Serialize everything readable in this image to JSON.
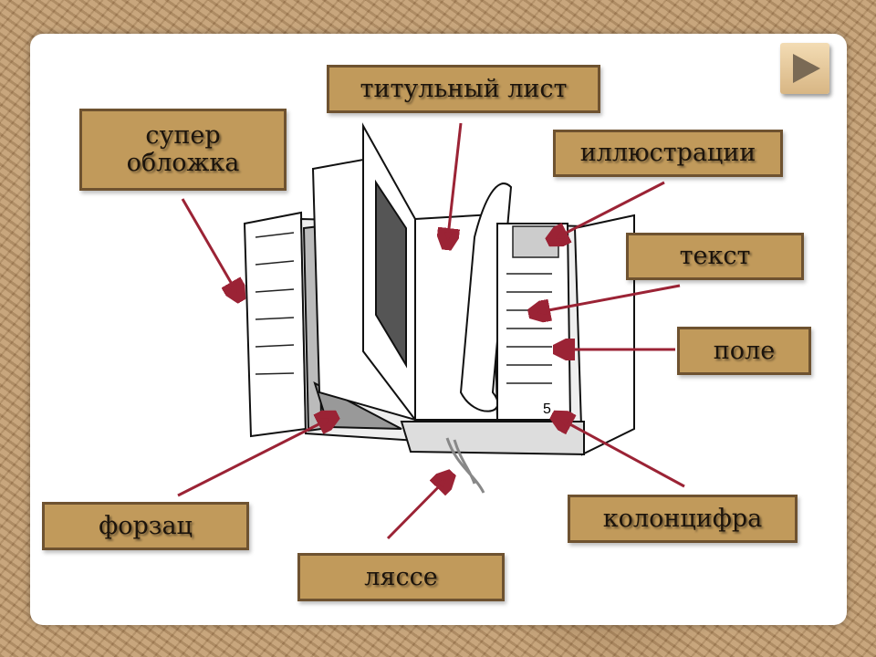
{
  "labels": {
    "dust_jacket": "супер обложка",
    "title_page": "титульный лист",
    "illustrations": "иллюстрации",
    "text": "текст",
    "margin": "поле",
    "endpaper": "форзац",
    "bookmark_ribbon": "ляссе",
    "page_number": "колонцифра"
  },
  "book": {
    "page_number_value": "5"
  },
  "nav": {
    "icon": "play-next-icon"
  },
  "colors": {
    "label_fill": "#c19a5b",
    "label_border": "#6e5230",
    "arrow": "#9b2335"
  }
}
